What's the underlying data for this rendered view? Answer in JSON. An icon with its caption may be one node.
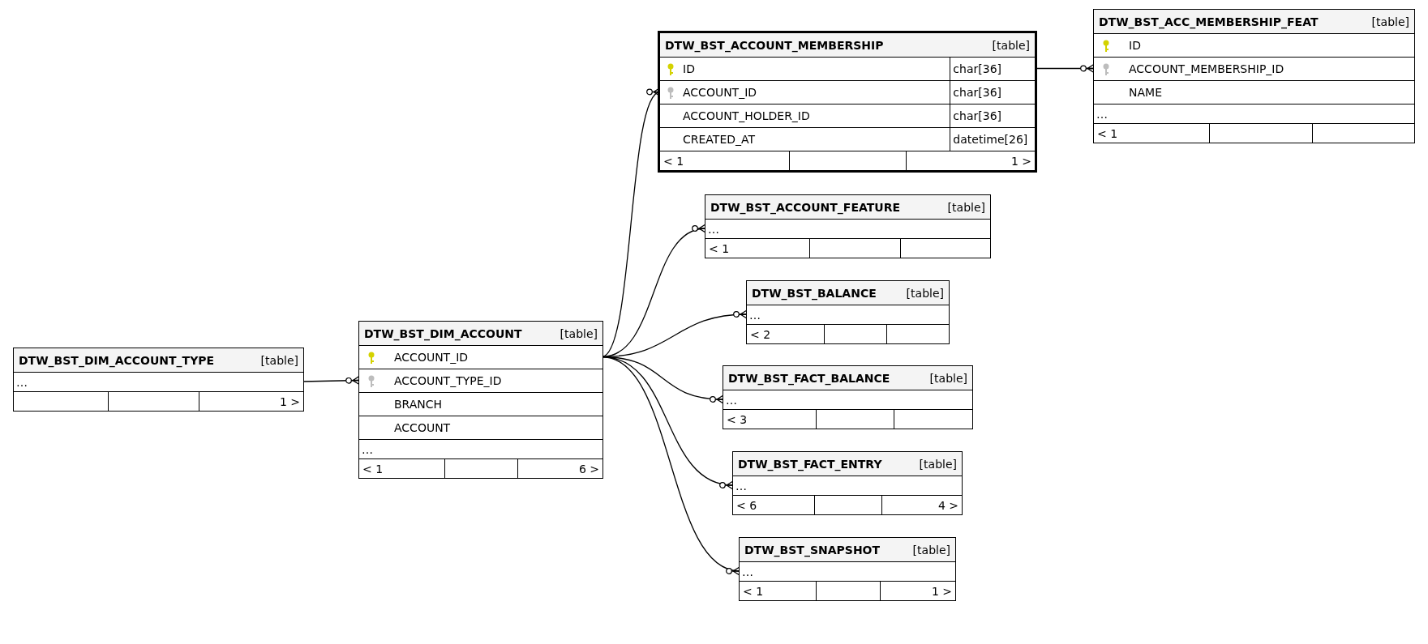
{
  "diagram": {
    "nodes": [
      {
        "text": [
          "DTW_BST_ACCOUNT_MEMBERSHIP",
          "[table]"
        ]
      },
      {
        "text": [
          "ID",
          "char[36]"
        ],
        "in": 0
      },
      {
        "text": [
          "ACCOUNT_ID",
          "char[36]"
        ],
        "in": 0
      },
      {
        "text": [
          "ACCOUNT_HOLDER_ID",
          "char[36]"
        ],
        "in": 0
      },
      {
        "text": [
          "CREATED_AT",
          "datetime[26]"
        ],
        "in": 0
      },
      {
        "text": [
          "< 1",
          "1 >"
        ],
        "in": 0
      },
      {
        "text": [
          "DTW_BST_ACC_MEMBERSHIP_FEAT",
          "[table]"
        ]
      },
      {
        "text": [
          "ID"
        ],
        "in": 6
      },
      {
        "text": [
          "ACCOUNT_MEMBERSHIP_ID"
        ],
        "in": 6
      },
      {
        "text": [
          "NAME"
        ],
        "in": 6
      },
      {
        "text": [
          "…"
        ],
        "in": 6
      },
      {
        "text": [
          "< 1"
        ],
        "in": 6
      },
      {
        "text": [
          "DTW_BST_ACCOUNT_FEATURE",
          "[table]"
        ]
      },
      {
        "text": [
          "…"
        ],
        "in": 12
      },
      {
        "text": [
          "< 1"
        ],
        "in": 12
      },
      {
        "text": [
          "DTW_BST_BALANCE",
          "[table]"
        ]
      },
      {
        "text": [
          "…"
        ],
        "in": 15
      },
      {
        "text": [
          "< 2"
        ],
        "in": 15
      },
      {
        "text": [
          "DTW_BST_DIM_ACCOUNT_TYPE",
          "[table]"
        ]
      },
      {
        "text": [
          "…"
        ],
        "in": 18
      },
      {
        "text": [
          "1 >"
        ],
        "in": 18
      },
      {
        "text": [
          "DTW_BST_DIM_ACCOUNT",
          "[table]"
        ]
      },
      {
        "text": [
          "ACCOUNT_ID"
        ],
        "in": 21
      },
      {
        "text": [
          "ACCOUNT_TYPE_ID"
        ],
        "in": 21
      },
      {
        "text": [
          "BRANCH"
        ],
        "in": 21
      },
      {
        "text": [
          "ACCOUNT"
        ],
        "in": 21
      },
      {
        "text": [
          "…"
        ],
        "in": 21
      },
      {
        "text": [
          "< 1",
          "6 >"
        ],
        "in": 21
      },
      {
        "text": [
          "DTW_BST_FACT_BALANCE",
          "[table]"
        ]
      },
      {
        "text": [
          "…"
        ],
        "in": 28
      },
      {
        "text": [
          "< 3"
        ],
        "in": 28
      },
      {
        "text": [
          "DTW_BST_FACT_ENTRY",
          "[table]"
        ]
      },
      {
        "text": [
          "…"
        ],
        "in": 31
      },
      {
        "text": [
          "< 6",
          "4 >"
        ],
        "in": 31
      },
      {
        "text": [
          "DTW_BST_SNAPSHOT",
          "[table]"
        ]
      },
      {
        "text": [
          "…"
        ],
        "in": 34
      },
      {
        "text": [
          "< 1",
          "1 >"
        ],
        "in": 34
      }
    ],
    "edges": [
      {
        "from": 22,
        "to": 2,
        "arrow": "other"
      },
      {
        "from": 22,
        "to": 13,
        "arrow": "other"
      },
      {
        "from": 22,
        "to": 16,
        "arrow": "other"
      },
      {
        "from": 22,
        "to": 29,
        "arrow": "other"
      },
      {
        "from": 22,
        "to": 32,
        "arrow": "other"
      },
      {
        "from": 22,
        "to": 35,
        "arrow": "other"
      },
      {
        "from": 1,
        "to": 8,
        "arrow": "other"
      },
      {
        "from": 19,
        "to": 23,
        "arrow": "other"
      }
    ]
  }
}
